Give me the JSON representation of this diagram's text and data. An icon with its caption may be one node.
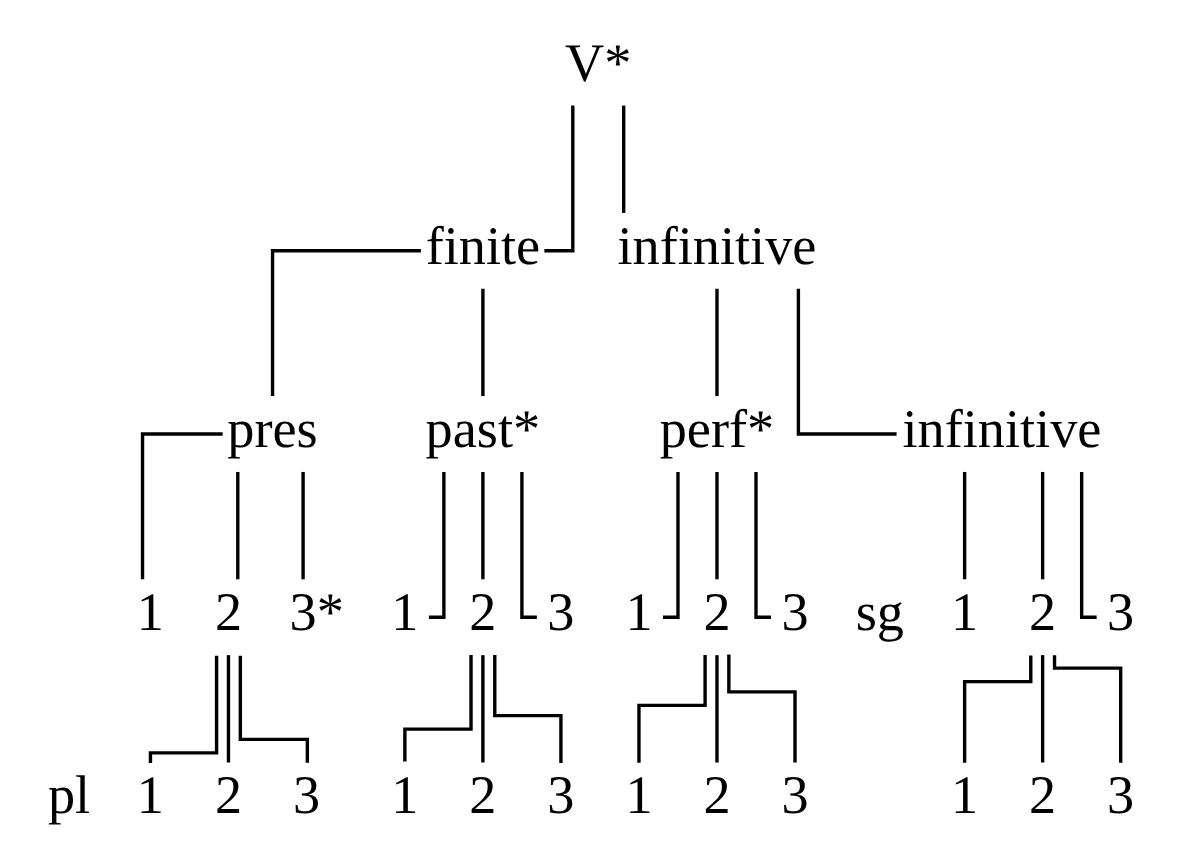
{
  "diagram": {
    "nodes": [
      {
        "text": [
          "V*"
        ]
      },
      {
        "text": [
          "finite"
        ]
      },
      {
        "text": [
          "infinitive"
        ]
      },
      {
        "text": [
          "pres"
        ]
      },
      {
        "text": [
          "past*"
        ]
      },
      {
        "text": [
          "perf*"
        ]
      },
      {
        "text": [
          "infinitive"
        ]
      },
      {
        "text": [
          "1"
        ]
      },
      {
        "text": [
          "2"
        ]
      },
      {
        "text": [
          "3*"
        ]
      },
      {
        "text": [
          "1"
        ]
      },
      {
        "text": [
          "2"
        ]
      },
      {
        "text": [
          "3"
        ]
      },
      {
        "text": [
          "1"
        ]
      },
      {
        "text": [
          "2"
        ]
      },
      {
        "text": [
          "3"
        ]
      },
      {
        "text": [
          "1"
        ]
      },
      {
        "text": [
          "2"
        ]
      },
      {
        "text": [
          "3"
        ]
      },
      {
        "text": [
          "1"
        ]
      },
      {
        "text": [
          "2"
        ]
      },
      {
        "text": [
          "3"
        ]
      },
      {
        "text": [
          "1"
        ]
      },
      {
        "text": [
          "2"
        ]
      },
      {
        "text": [
          "3"
        ]
      },
      {
        "text": [
          "1"
        ]
      },
      {
        "text": [
          "2"
        ]
      },
      {
        "text": [
          "3"
        ]
      },
      {
        "text": [
          "1"
        ]
      },
      {
        "text": [
          "2"
        ]
      },
      {
        "text": [
          "3"
        ]
      }
    ],
    "edges": [
      {
        "from": 0,
        "to": 1,
        "arrow": "none"
      },
      {
        "from": 0,
        "to": 2,
        "arrow": "none"
      },
      {
        "from": 1,
        "to": 3,
        "arrow": "none"
      },
      {
        "from": 1,
        "to": 4,
        "arrow": "none"
      },
      {
        "from": 2,
        "to": 5,
        "arrow": "none"
      },
      {
        "from": 2,
        "to": 6,
        "arrow": "none"
      },
      {
        "from": 3,
        "to": 7,
        "arrow": "none"
      },
      {
        "from": 3,
        "to": 8,
        "arrow": "none"
      },
      {
        "from": 3,
        "to": 9,
        "arrow": "none"
      },
      {
        "from": 4,
        "to": 10,
        "arrow": "none"
      },
      {
        "from": 4,
        "to": 11,
        "arrow": "none"
      },
      {
        "from": 4,
        "to": 12,
        "arrow": "none"
      },
      {
        "from": 5,
        "to": 13,
        "arrow": "none"
      },
      {
        "from": 5,
        "to": 14,
        "arrow": "none"
      },
      {
        "from": 5,
        "to": 15,
        "arrow": "none"
      },
      {
        "from": 6,
        "to": 16,
        "arrow": "none"
      },
      {
        "from": 6,
        "to": 17,
        "arrow": "none"
      },
      {
        "from": 6,
        "to": 18,
        "arrow": "none"
      },
      {
        "from": 8,
        "to": 19,
        "arrow": "none"
      },
      {
        "from": 8,
        "to": 20,
        "arrow": "none"
      },
      {
        "from": 8,
        "to": 21,
        "arrow": "none"
      },
      {
        "from": 11,
        "to": 22,
        "arrow": "none"
      },
      {
        "from": 11,
        "to": 23,
        "arrow": "none"
      },
      {
        "from": 11,
        "to": 24,
        "arrow": "none"
      },
      {
        "from": 14,
        "to": 25,
        "arrow": "none"
      },
      {
        "from": 14,
        "to": 26,
        "arrow": "none"
      },
      {
        "from": 14,
        "to": 27,
        "arrow": "none"
      },
      {
        "from": 17,
        "to": 28,
        "arrow": "none"
      },
      {
        "from": 17,
        "to": 29,
        "arrow": "none"
      },
      {
        "from": 17,
        "to": 30,
        "arrow": "none"
      }
    ],
    "labels": [
      "sg",
      "pl"
    ]
  }
}
